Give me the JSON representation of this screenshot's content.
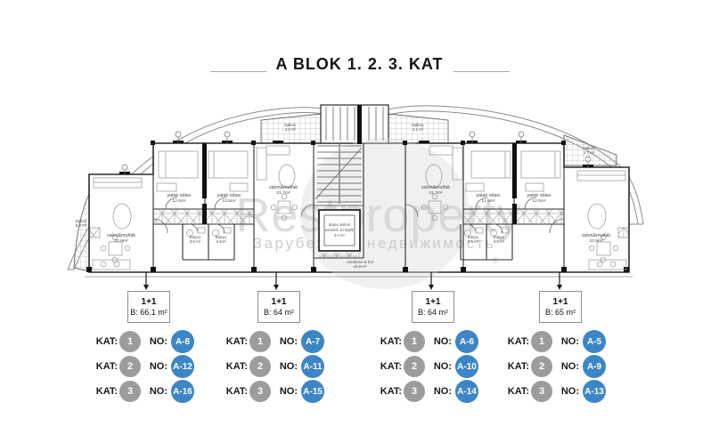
{
  "title": "A BLOK 1.  2.  3.  KAT",
  "watermark": {
    "brand": "Restproperty",
    "subtitle": "Зарубежная недвижимость",
    "registered": "®"
  },
  "labels": {
    "kat": "KAT:",
    "no": "NO:"
  },
  "plan": {
    "rooms": [
      {
        "name": "salon&mutfak",
        "area": "22.9m²"
      },
      {
        "name": "yatak odası",
        "area": "12.5m²"
      },
      {
        "name": "yatak odası",
        "area": "12.5m²"
      },
      {
        "name": "salon&mutfak",
        "area": "21.7m²"
      },
      {
        "name": "banyo",
        "area": "3.8 m²"
      },
      {
        "name": "banyo",
        "area": "3.4m²"
      },
      {
        "name": "balkon",
        "area": "8.9 m²"
      },
      {
        "name": "balkon",
        "area": "4.0 m²"
      },
      {
        "name": "balkon",
        "area": "4.1 m²"
      },
      {
        "name": "salon&mutfak",
        "area": "21.7m²"
      },
      {
        "name": "yatak odası",
        "area": "12.5m²"
      },
      {
        "name": "yatak odası",
        "area": "12.5m²"
      },
      {
        "name": "salon&mutfak",
        "area": "22.9m²"
      },
      {
        "name": "banyo",
        "area": "3.6 m²"
      },
      {
        "name": "banyo",
        "area": "3.8 m²"
      },
      {
        "name": "balkon",
        "area": "3.7 m²"
      }
    ],
    "lift": {
      "line1": "düşey sistem",
      "line2": "asansör 10 kişilik",
      "line3": "4.0 m²"
    },
    "hall": {
      "name": "merdiven & hol",
      "area": "43.9 m²"
    }
  },
  "units": [
    {
      "type": "1+1",
      "area": "B: 66.1 m²",
      "rows": [
        {
          "kat": "1",
          "no": "A-8"
        },
        {
          "kat": "2",
          "no": "A-12"
        },
        {
          "kat": "3",
          "no": "A-16"
        }
      ]
    },
    {
      "type": "1+1",
      "area": "B: 64 m²",
      "rows": [
        {
          "kat": "1",
          "no": "A-7"
        },
        {
          "kat": "2",
          "no": "A-11"
        },
        {
          "kat": "3",
          "no": "A-15"
        }
      ]
    },
    {
      "type": "1+1",
      "area": "B: 64 m²",
      "rows": [
        {
          "kat": "1",
          "no": "A-6"
        },
        {
          "kat": "2",
          "no": "A-10"
        },
        {
          "kat": "3",
          "no": "A-14"
        }
      ]
    },
    {
      "type": "1+1",
      "area": "B: 65 m²",
      "rows": [
        {
          "kat": "1",
          "no": "A-5"
        },
        {
          "kat": "2",
          "no": "A-9"
        },
        {
          "kat": "3",
          "no": "A-13"
        }
      ]
    }
  ],
  "colors": {
    "kat_badge": "#9c9c9c",
    "no_badge": "#3c86c8",
    "plan_line": "#2a2a2a",
    "watermark": "#cfcfcf"
  }
}
